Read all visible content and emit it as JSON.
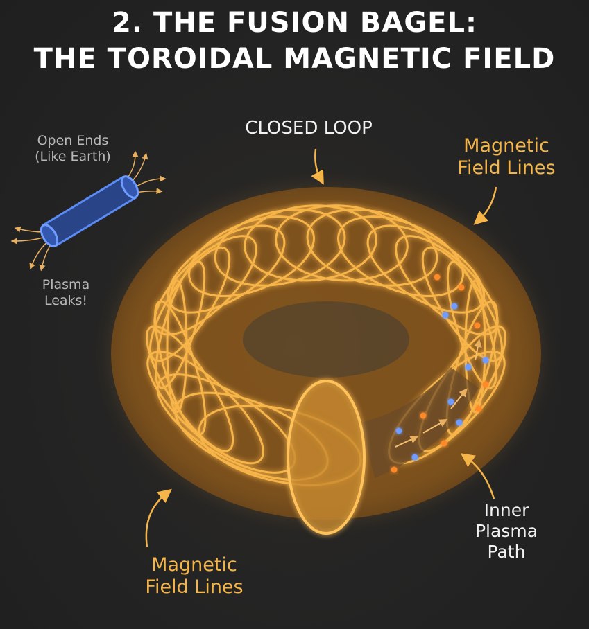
{
  "title": {
    "line1": "2. THE FUSION BAGEL:",
    "line2": "THE TOROIDAL MAGNETIC FIELD"
  },
  "labels": {
    "closed_loop": "CLOSED LOOP",
    "field_lines_top": [
      "Magnetic",
      "Field Lines"
    ],
    "field_lines_bottom": [
      "Magnetic",
      "Field Lines"
    ],
    "open_ends": [
      "Open Ends",
      "(Like Earth)"
    ],
    "plasma_leaks": [
      "Plasma",
      "Leaks!"
    ],
    "inner_path": [
      "Inner",
      "Plasma",
      "Path"
    ]
  },
  "colors": {
    "field": "#f5a630",
    "tube": "#4a78e0",
    "background": "#242424",
    "ion_blue": "#6f9cff",
    "ion_orange": "#ff8a2a"
  }
}
